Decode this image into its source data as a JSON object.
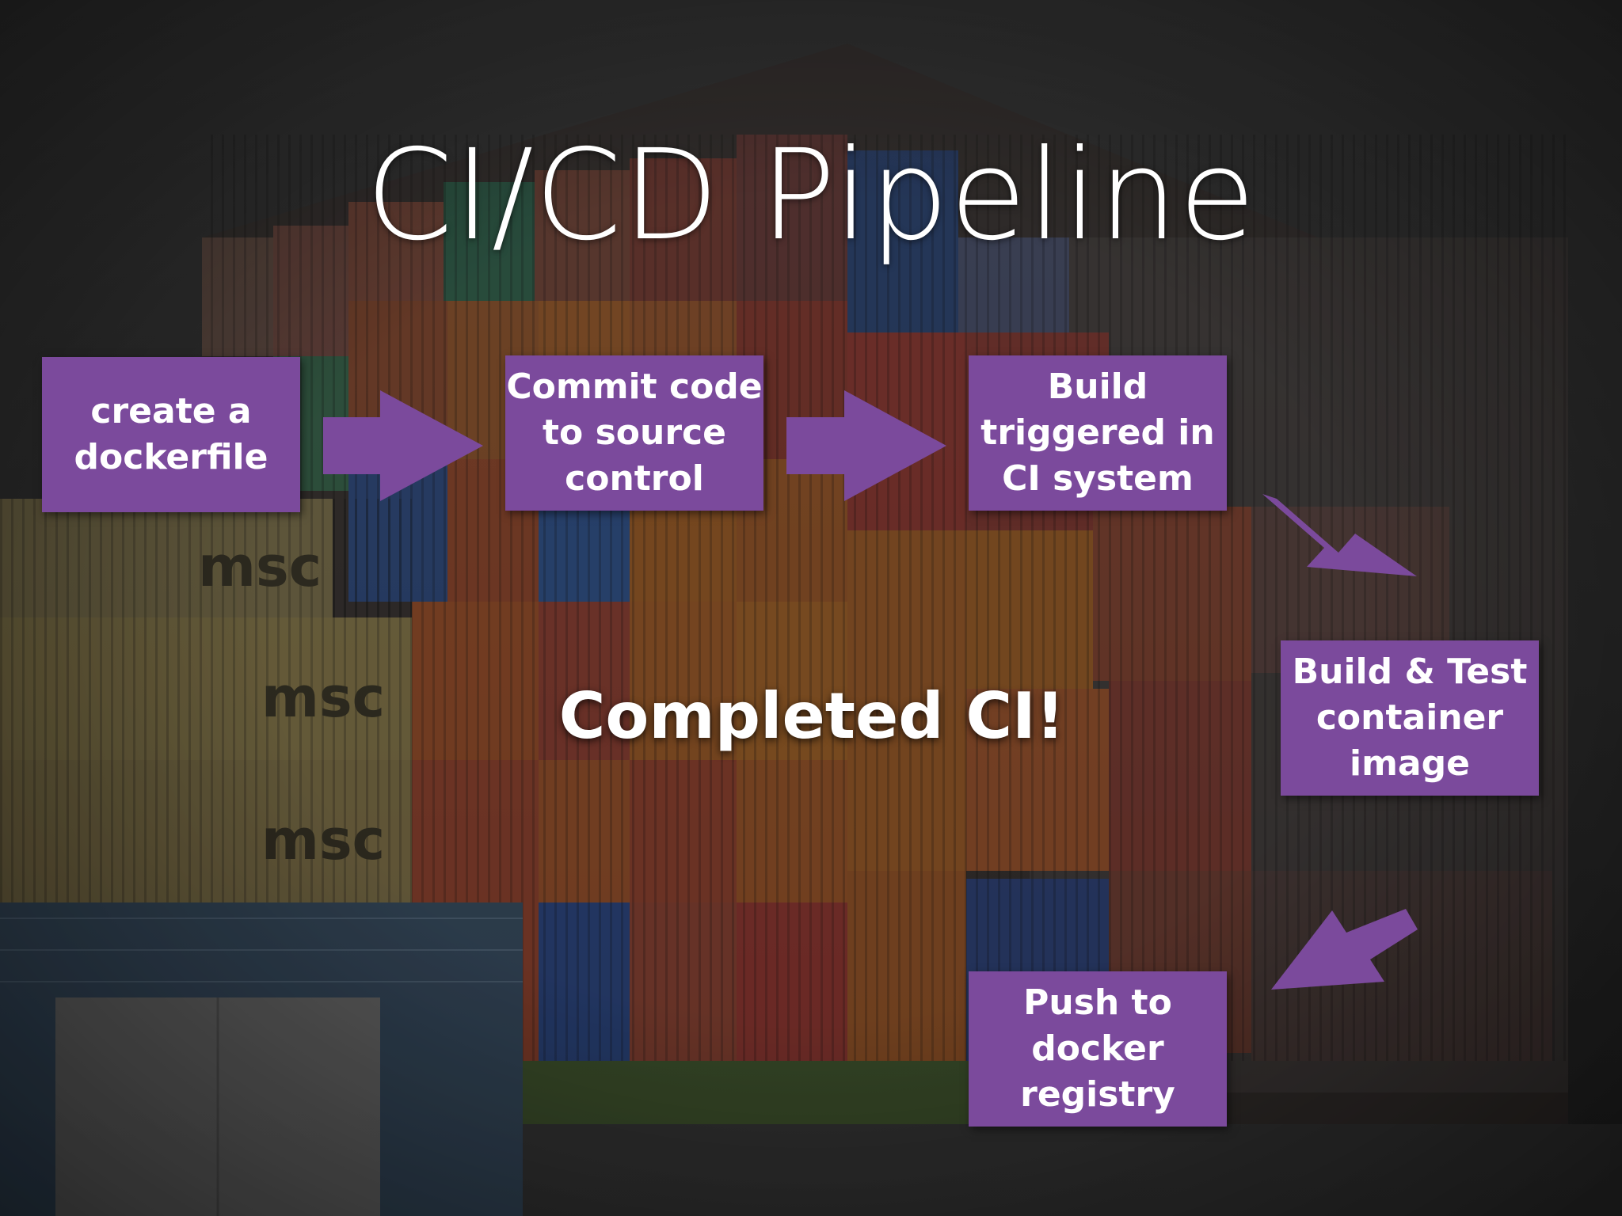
{
  "title": "CI/CD Pipeline",
  "steps": [
    {
      "label": "create a\ndockerfile"
    },
    {
      "label": "Commit code\nto source\ncontrol"
    },
    {
      "label": "Build\ntriggered in\nCI system"
    },
    {
      "label": "Build & Test\ncontainer\nimage"
    },
    {
      "label": "Push to\ndocker\nregistry"
    }
  ],
  "center_text": "Completed CI!",
  "colors": {
    "step_box": "#7b4a9c",
    "arrow": "#7b4a9c",
    "text": "#ffffff"
  },
  "icons": [
    "arrow-right-icon",
    "arrow-down-right-icon",
    "arrow-down-left-icon"
  ]
}
